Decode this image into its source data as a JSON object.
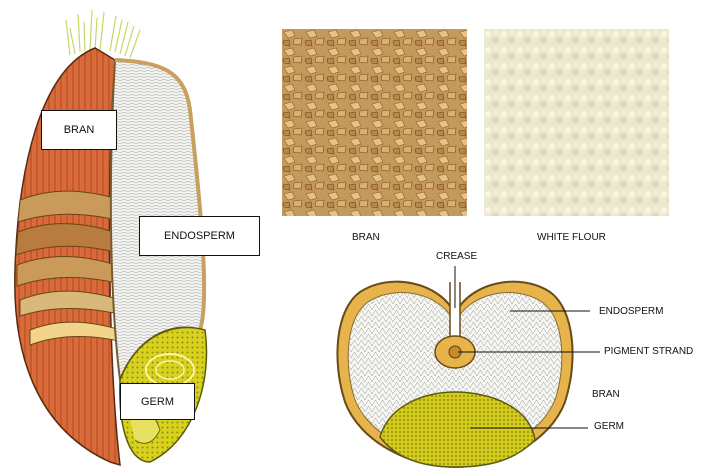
{
  "grain_labels": {
    "bran": "BRAN",
    "endosperm": "ENDOSPERM",
    "germ": "GERM"
  },
  "photos": {
    "bran_caption": "BRAN",
    "flour_caption": "WHITE FLOUR"
  },
  "cross_section": {
    "crease": "CREASE",
    "endosperm": "ENDOSPERM",
    "pigment_strand": "PIGMENT STRAND",
    "bran": "BRAN",
    "germ": "GERM"
  },
  "colors": {
    "bran_outer": "#d9693a",
    "bran_layer": "#c98a3a",
    "endosperm": "#f2f2ee",
    "germ": "#d8d21e",
    "bran_photo": "#c9a263",
    "flour_photo": "#ece9cf"
  }
}
